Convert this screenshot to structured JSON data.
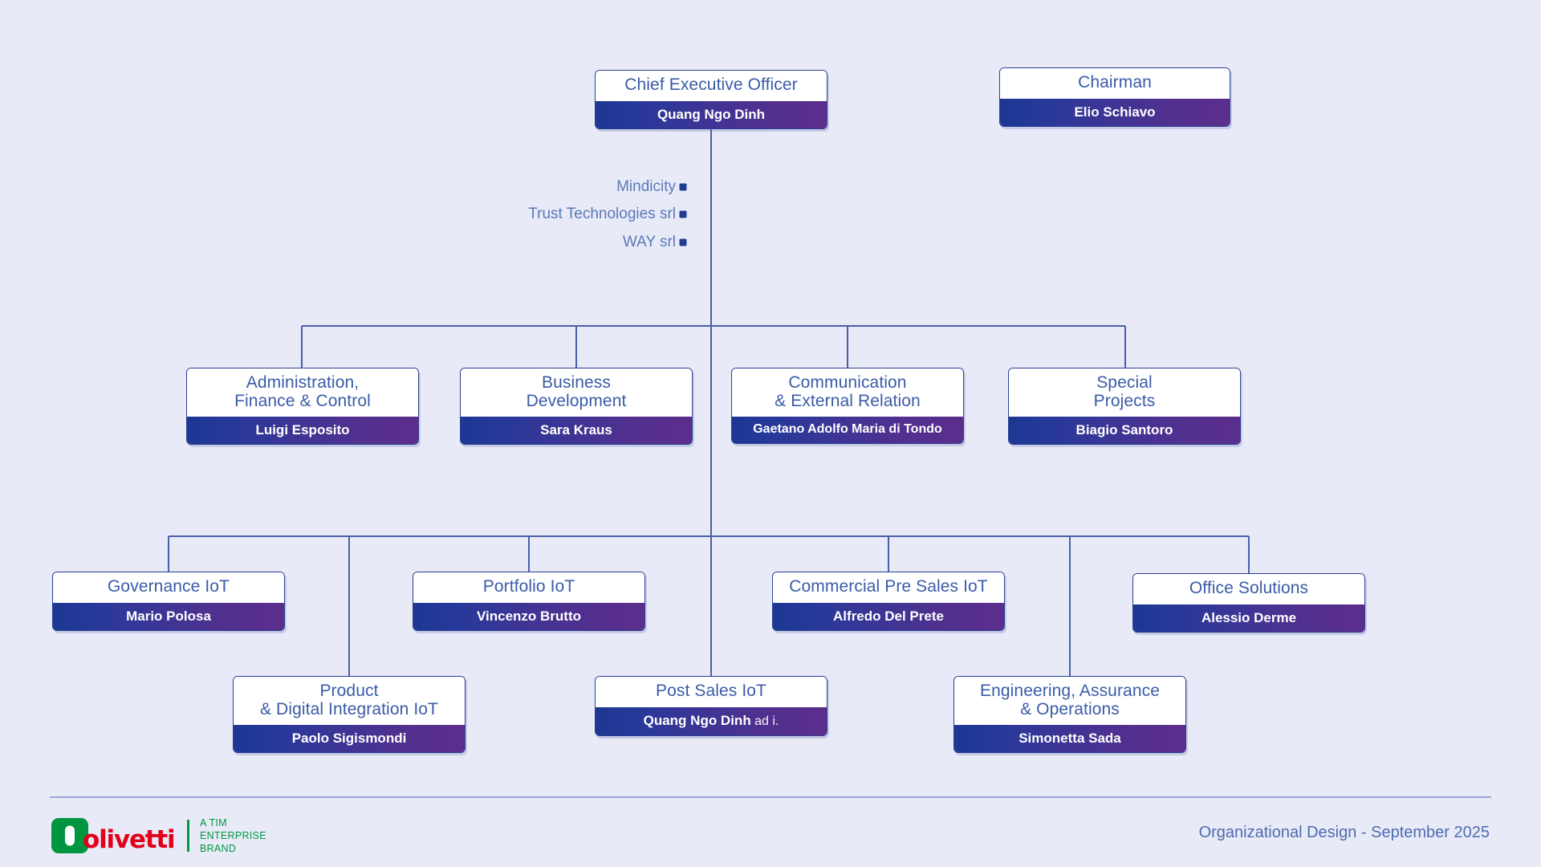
{
  "background_color": "#e8ebf7",
  "accent_colors": {
    "line": "#4a5fa8",
    "box_border": "#2b3f92",
    "title_text": "#3a5ba8",
    "gradient_start": "#1d3793",
    "gradient_end": "#5c2d8c",
    "logo_green": "#009640",
    "logo_red": "#e2001a"
  },
  "nodes": {
    "ceo": {
      "title": "Chief  Executive Officer",
      "name": "Quang Ngo Dinh"
    },
    "chairman": {
      "title": "Chairman",
      "name": "Elio Schiavo"
    },
    "administration": {
      "title": "Administration,\n Finance & Control",
      "name": "Luigi Esposito"
    },
    "business_development": {
      "title": "Business\nDevelopment",
      "name": "Sara Kraus"
    },
    "communication": {
      "title": "Communication\n& External Relation",
      "name": "Gaetano Adolfo Maria di Tondo"
    },
    "special_projects": {
      "title": "Special\nProjects",
      "name": "Biagio Santoro"
    },
    "governance_iot": {
      "title": "Governance IoT",
      "name": "Mario Polosa"
    },
    "portfolio_iot": {
      "title": "Portfolio IoT",
      "name": "Vincenzo Brutto"
    },
    "commercial_presales_iot": {
      "title": "Commercial Pre Sales IoT",
      "name": "Alfredo Del Prete"
    },
    "office_solutions": {
      "title": "Office Solutions",
      "name": "Alessio Derme"
    },
    "product_digital_integration_iot": {
      "title": "Product\n& Digital Integration IoT",
      "name": "Paolo Sigismondi"
    },
    "post_sales_iot": {
      "title": "Post Sales IoT",
      "name": "Quang Ngo Dinh",
      "name_suffix": " ad i."
    },
    "engineering_assurance_operations": {
      "title": "Engineering, Assurance\n& Operations",
      "name": "Simonetta Sada"
    }
  },
  "subsidiaries": [
    {
      "label": "Mindicity"
    },
    {
      "label": "Trust Technologies srl"
    },
    {
      "label": "WAY srl"
    }
  ],
  "footer": {
    "logo_word": "olivetti",
    "logo_tagline": "A TIM\nENTERPRISE\nBRAND",
    "caption": "Organizational Design - September 2025"
  }
}
